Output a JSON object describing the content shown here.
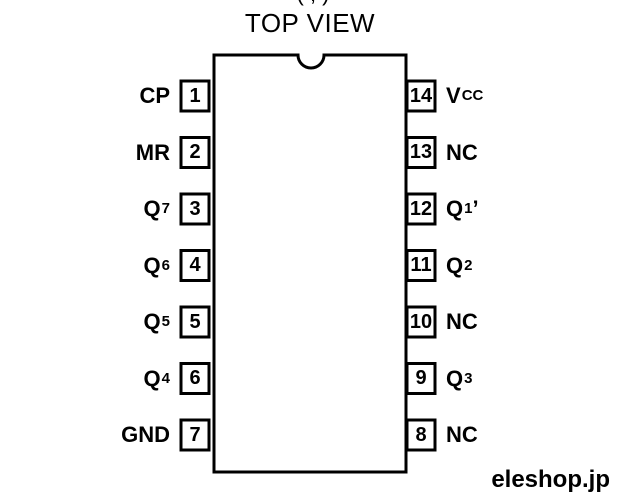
{
  "header": {
    "cropped_top_text": "( , )",
    "title": "TOP VIEW"
  },
  "left_pins": [
    {
      "number": "1",
      "label": "CP",
      "sub": ""
    },
    {
      "number": "2",
      "label": "MR",
      "sub": ""
    },
    {
      "number": "3",
      "label": "Q",
      "sub": "7"
    },
    {
      "number": "4",
      "label": "Q",
      "sub": "6"
    },
    {
      "number": "5",
      "label": "Q",
      "sub": "5"
    },
    {
      "number": "6",
      "label": "Q",
      "sub": "4"
    },
    {
      "number": "7",
      "label": "GND",
      "sub": ""
    }
  ],
  "right_pins": [
    {
      "number": "14",
      "label": "V",
      "sub": "CC",
      "suffix": ""
    },
    {
      "number": "13",
      "label": "NC",
      "sub": "",
      "suffix": ""
    },
    {
      "number": "12",
      "label": "Q",
      "sub": "1",
      "suffix": "’"
    },
    {
      "number": "11",
      "label": "Q",
      "sub": "2",
      "suffix": ""
    },
    {
      "number": "10",
      "label": "NC",
      "sub": "",
      "suffix": ""
    },
    {
      "number": "9",
      "label": "Q",
      "sub": "3",
      "suffix": ""
    },
    {
      "number": "8",
      "label": "NC",
      "sub": "",
      "suffix": ""
    }
  ],
  "footer": {
    "watermark": "eleshop.jp"
  },
  "colors": {
    "ink": "#000000",
    "background": "#ffffff"
  }
}
